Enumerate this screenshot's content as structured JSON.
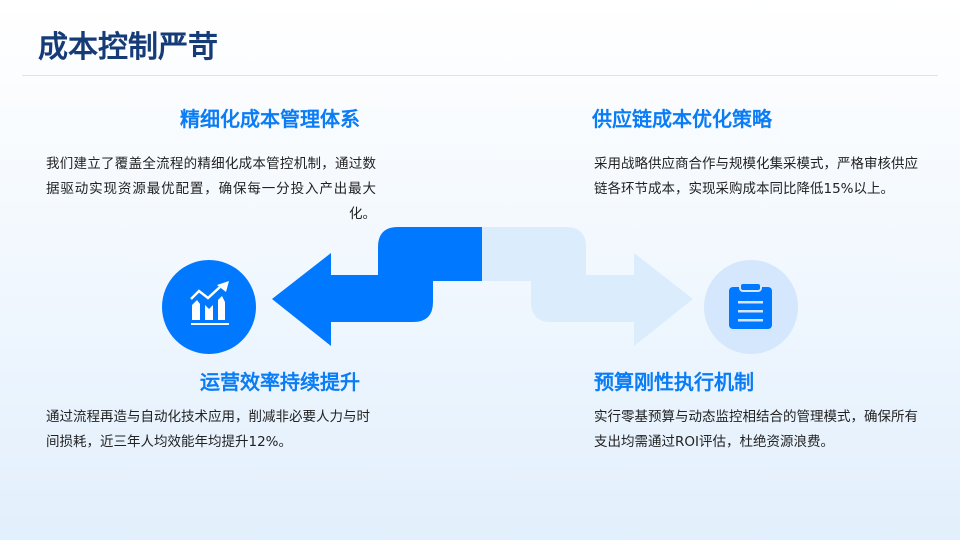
{
  "title": "成本控制严苛",
  "blocks": [
    {
      "heading": "精细化成本管理体系",
      "text": "我们建立了覆盖全流程的精细化成本管控机制，通过数据驱动实现资源最优配置，确保每一分投入产出最大化。"
    },
    {
      "heading": "供应链成本优化策略",
      "text": "采用战略供应商合作与规模化集采模式，严格审核供应链各环节成本，实现采购成本同比降低15%以上。"
    },
    {
      "heading": "运营效率持续提升",
      "text": "通过流程再造与自动化技术应用，削减非必要人力与时间损耗，近三年人均效能年均提升12%。"
    },
    {
      "heading": "预算刚性执行机制",
      "text": "实行零基预算与动态监控相结合的管理模式，确保所有支出均需通过ROI评估，杜绝资源浪费。"
    }
  ],
  "colors": {
    "primary": "#0078ff",
    "light": "#dbecfd",
    "title": "#163c78"
  }
}
